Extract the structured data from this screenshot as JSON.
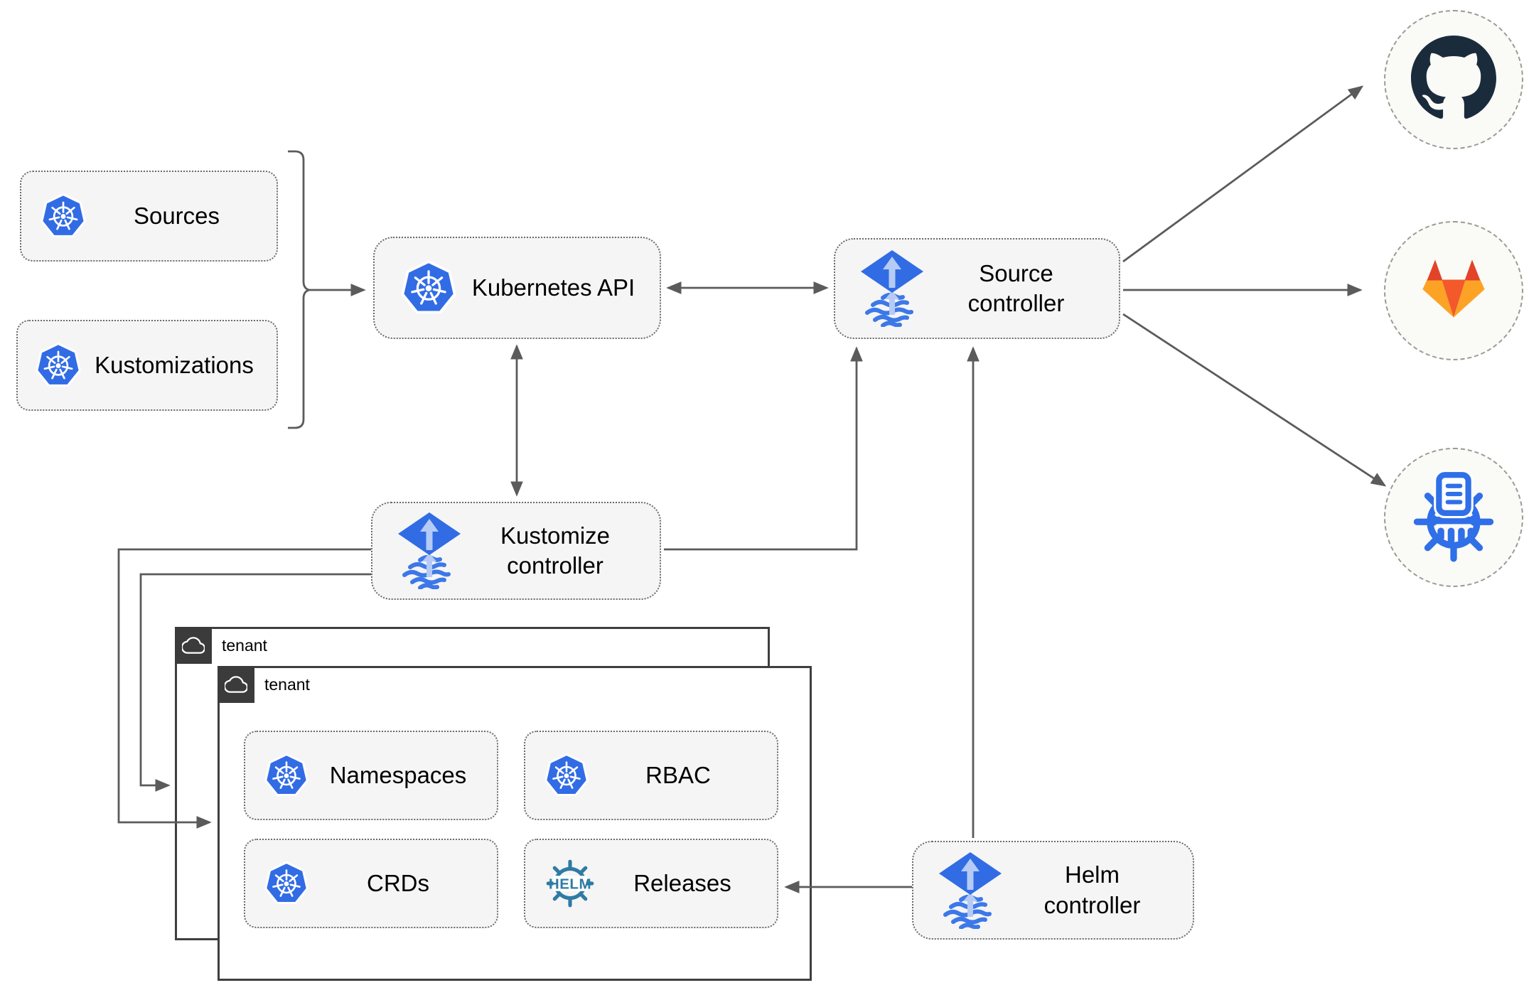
{
  "nodes": {
    "sources": {
      "label": "Sources"
    },
    "kustomizations": {
      "label": "Kustomizations"
    },
    "kubernetes_api": {
      "label": "Kubernetes API"
    },
    "source_controller": {
      "label": "Source controller"
    },
    "kustomize_controller": {
      "label": "Kustomize controller"
    },
    "helm_controller": {
      "label": "Helm controller"
    },
    "tenant_back": {
      "label": "tenant"
    },
    "tenant_front": {
      "label": "tenant"
    },
    "namespaces": {
      "label": "Namespaces"
    },
    "rbac": {
      "label": "RBAC"
    },
    "crds": {
      "label": "CRDs"
    },
    "releases": {
      "label": "Releases"
    }
  },
  "icons": {
    "helm_wordmark": "HELM",
    "names": [
      "kubernetes-icon",
      "flux-icon",
      "helm-icon",
      "github-icon",
      "gitlab-icon",
      "helm-repository-icon",
      "cloud-icon"
    ]
  },
  "edges": [
    {
      "from": "sources-and-kustomizations",
      "to": "kubernetes_api",
      "bidirectional": false
    },
    {
      "from": "kubernetes_api",
      "to": "source_controller",
      "bidirectional": true
    },
    {
      "from": "kubernetes_api",
      "to": "kustomize_controller",
      "bidirectional": true
    },
    {
      "from": "kustomize_controller",
      "to": "source_controller",
      "bidirectional": false
    },
    {
      "from": "helm_controller",
      "to": "source_controller",
      "bidirectional": false
    },
    {
      "from": "source_controller",
      "to": "github",
      "bidirectional": false
    },
    {
      "from": "source_controller",
      "to": "gitlab",
      "bidirectional": false
    },
    {
      "from": "source_controller",
      "to": "helm_repository",
      "bidirectional": false
    },
    {
      "from": "kustomize_controller",
      "to": "tenant_back",
      "bidirectional": false
    },
    {
      "from": "kustomize_controller",
      "to": "tenant_front",
      "bidirectional": false
    },
    {
      "from": "helm_controller",
      "to": "releases",
      "bidirectional": false
    }
  ],
  "colors": {
    "kubernetes_blue": "#326CE5",
    "flux_blue": "#316CE4",
    "flux_light_blue": "#B5CBF5",
    "helm_teal": "#2E7BA4",
    "github_dark": "#1A2B3C",
    "gitlab_red": "#E24329",
    "gitlab_orange": "#F3592B",
    "gitlab_amber": "#FCA326",
    "connector_gray": "#5B5B5B",
    "node_fill": "#F5F5F5",
    "tenant_border": "#3F3F3F",
    "badge_background": "#3B3B3B"
  }
}
